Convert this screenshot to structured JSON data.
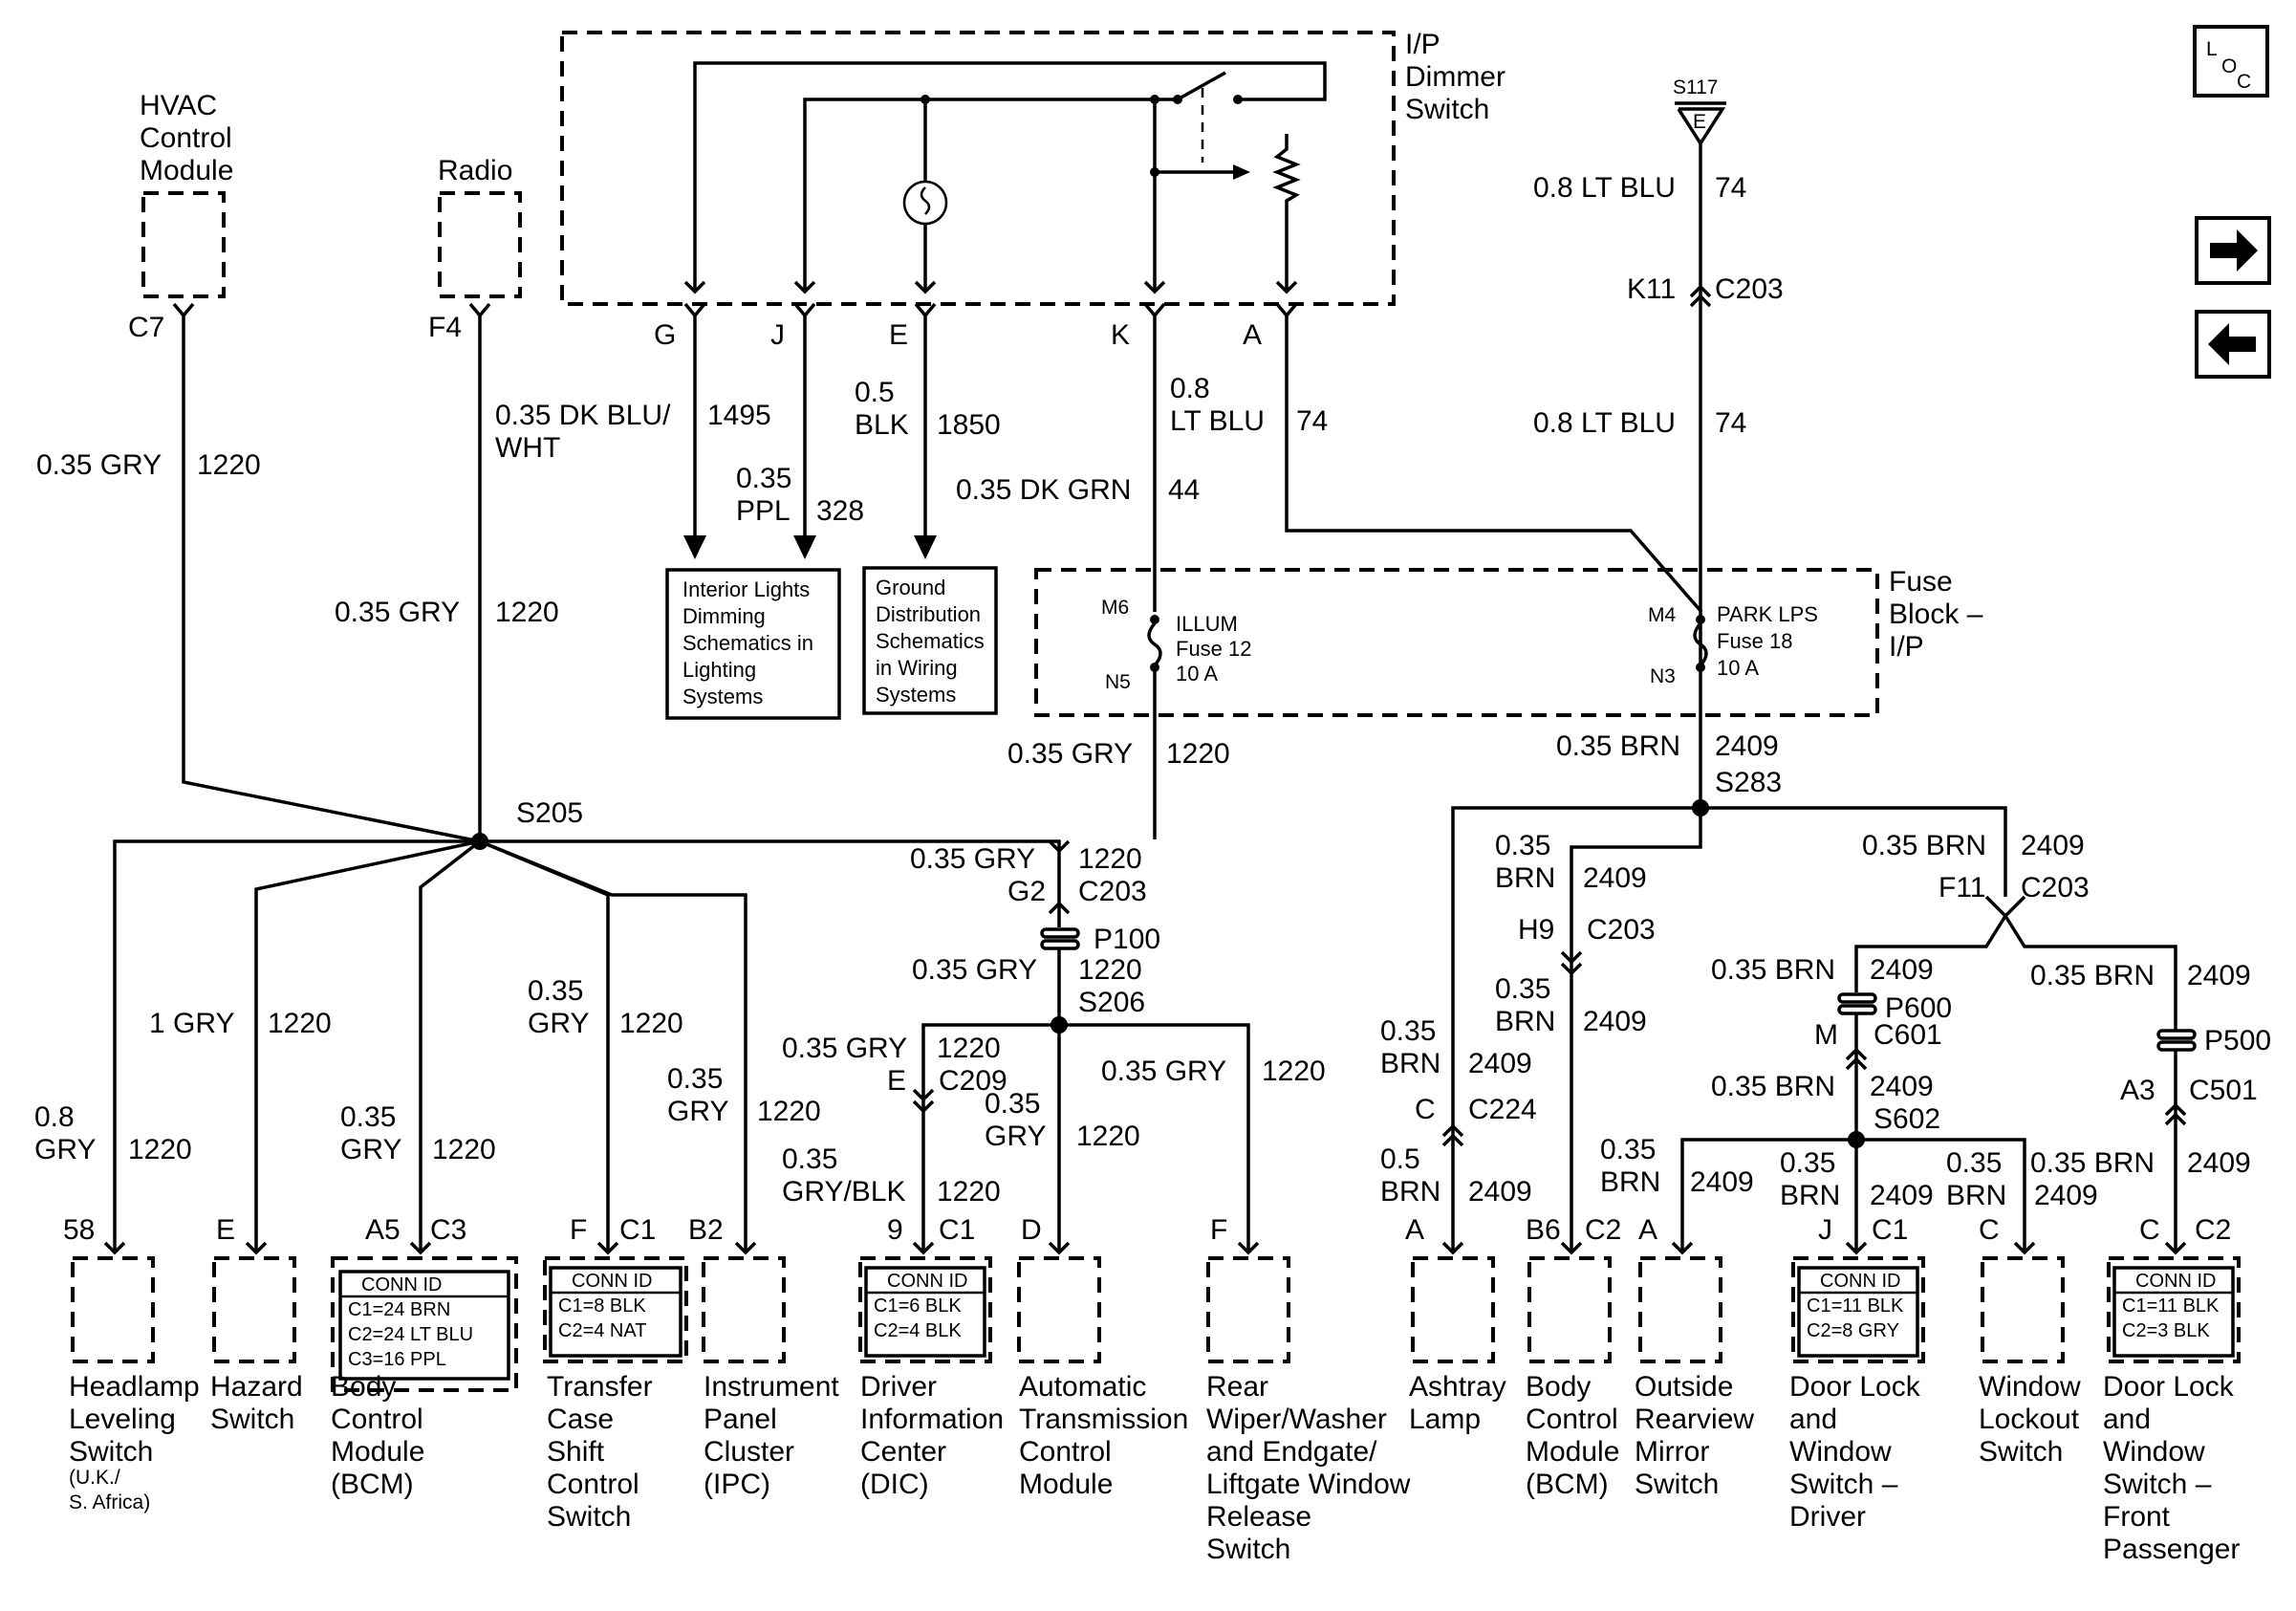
{
  "dimmer": {
    "title": [
      "I/P",
      "Dimmer",
      "Switch"
    ],
    "pins": [
      "G",
      "J",
      "E",
      "K",
      "A"
    ]
  },
  "hvac": {
    "name": [
      "HVAC",
      "Control",
      "Module"
    ],
    "pin": "C7"
  },
  "radio": {
    "name": "Radio",
    "pin": "F4"
  },
  "splice_s117": {
    "label": "S117",
    "letter": "E"
  },
  "wires": {
    "hvac": [
      "0.35 GRY",
      "1220"
    ],
    "radio": [
      "0.35 DK BLU/",
      "WHT",
      "1495"
    ],
    "radio_lower": [
      "0.35 GRY",
      "1220"
    ],
    "g": [
      "0.35",
      "PPL",
      "328"
    ],
    "e": [
      "0.5",
      "BLK",
      "1850"
    ],
    "k": [
      "0.8",
      "LT BLU",
      "74"
    ],
    "k_lower": [
      "0.35 DK GRN",
      "44"
    ],
    "s117": [
      "0.8 LT BLU",
      "74"
    ],
    "c203_k11": [
      "K11",
      "C203"
    ],
    "s117_lower": [
      "0.8 LT BLU",
      "74"
    ],
    "fuse_out_l": [
      "0.35 GRY",
      "1220"
    ],
    "fuse_out_r": [
      "0.35 BRN",
      "2409"
    ]
  },
  "notes": {
    "interior": [
      "Interior Lights",
      "Dimming",
      "Schematics in",
      "Lighting",
      "Systems"
    ],
    "ground": [
      "Ground",
      "Distribution",
      "Schematics",
      "in Wiring",
      "Systems"
    ]
  },
  "fuse_block": {
    "title": [
      "Fuse",
      "Block –",
      "I/P"
    ],
    "illum": {
      "pins": [
        "M6",
        "N5"
      ],
      "lines": [
        "ILLUM",
        "Fuse 12",
        "10 A"
      ]
    },
    "park": {
      "pins": [
        "M4",
        "N3"
      ],
      "lines": [
        "PARK LPS",
        "Fuse 18",
        "10 A"
      ]
    }
  },
  "splices": {
    "s205": "S205",
    "s206": "S206",
    "s283": "S283",
    "s602": "S602"
  },
  "left_branches": {
    "headlamp": [
      "0.8",
      "GRY",
      "1220"
    ],
    "hazard": [
      "1 GRY",
      "1220"
    ],
    "bcm": [
      "0.35",
      "GRY",
      "1220"
    ],
    "tcase": [
      "0.35",
      "GRY",
      "1220"
    ],
    "ipc": [
      "0.35",
      "GRY",
      "1220"
    ],
    "to_c203": [
      "0.35 GRY",
      "1220",
      "G2",
      "C203"
    ],
    "p100": "P100",
    "p100_wire": [
      "0.35 GRY",
      "1220"
    ],
    "dic_c209": [
      "0.35 GRY",
      "1220",
      "E",
      "C209"
    ],
    "dic": [
      "0.35",
      "GRY/BLK",
      "1220"
    ],
    "atcm": [
      "0.35",
      "GRY",
      "1220"
    ],
    "rear": [
      "0.35 GRY",
      "1220"
    ]
  },
  "right_branches": {
    "ashtray_upper": [
      "0.35",
      "BRN",
      "2409"
    ],
    "ashtray_conn": [
      "C",
      "C224"
    ],
    "ashtray_lower": [
      "0.5",
      "BRN",
      "2409"
    ],
    "bcm_upper": [
      "0.35",
      "BRN",
      "2409"
    ],
    "bcm_conn": [
      "H9",
      "C203"
    ],
    "bcm_lower": [
      "0.35",
      "BRN",
      "2409"
    ],
    "f11_wire": [
      "0.35 BRN",
      "2409"
    ],
    "f11_conn": [
      "F11",
      "C203"
    ],
    "p600_wire": [
      "0.35 BRN",
      "2409"
    ],
    "p600": "P600",
    "c601": [
      "M",
      "C601"
    ],
    "s602_wire": [
      "0.35 BRN",
      "2409"
    ],
    "mirror": [
      "0.35",
      "BRN",
      "2409"
    ],
    "driver": [
      "0.35",
      "BRN",
      "2409"
    ],
    "lockout": [
      "0.35",
      "BRN",
      "2409"
    ],
    "pass_upper": [
      "0.35 BRN",
      "2409"
    ],
    "p500": "P500",
    "c501": [
      "A3",
      "C501"
    ],
    "pass_lower": [
      "0.35 BRN",
      "2409"
    ]
  },
  "components": [
    {
      "pins": [
        "58"
      ],
      "name": [
        "Headlamp",
        "Leveling",
        "Switch"
      ],
      "sub": [
        "(U.K./",
        "S. Africa)"
      ]
    },
    {
      "pins": [
        "E"
      ],
      "name": [
        "Hazard",
        "Switch"
      ]
    },
    {
      "pins": [
        "A5",
        "C3"
      ],
      "name": [
        "Body",
        "Control",
        "Module",
        "(BCM)"
      ],
      "conn": [
        "CONN ID",
        "C1=24 BRN",
        "C2=24 LT BLU",
        "C3=16 PPL"
      ]
    },
    {
      "pins": [
        "F",
        "C1"
      ],
      "name": [
        "Transfer",
        "Case",
        "Shift",
        "Control",
        "Switch"
      ],
      "conn": [
        "CONN ID",
        "C1=8 BLK",
        "C2=4 NAT"
      ]
    },
    {
      "pins": [
        "B2"
      ],
      "name": [
        "Instrument",
        "Panel",
        "Cluster",
        "(IPC)"
      ]
    },
    {
      "pins": [
        "9",
        "C1"
      ],
      "name": [
        "Driver",
        "Information",
        "Center",
        "(DIC)"
      ],
      "conn": [
        "CONN ID",
        "C1=6 BLK",
        "C2=4 BLK"
      ]
    },
    {
      "pins": [
        "D"
      ],
      "name": [
        "Automatic",
        "Transmission",
        "Control",
        "Module"
      ]
    },
    {
      "pins": [
        "F"
      ],
      "name": [
        "Rear",
        "Wiper/Washer",
        "and Endgate/",
        "Liftgate Window",
        "Release",
        "Switch"
      ]
    },
    {
      "pins": [
        "A"
      ],
      "name": [
        "Ashtray",
        "Lamp"
      ]
    },
    {
      "pins": [
        "B6",
        "C2"
      ],
      "name": [
        "Body",
        "Control",
        "Module",
        "(BCM)"
      ]
    },
    {
      "pins": [
        "A"
      ],
      "name": [
        "Outside",
        "Rearview",
        "Mirror",
        "Switch"
      ]
    },
    {
      "pins": [
        "J",
        "C1"
      ],
      "name": [
        "Door Lock",
        "and",
        "Window",
        "Switch –",
        "Driver"
      ],
      "conn": [
        "CONN ID",
        "C1=11 BLK",
        "C2=8 GRY"
      ]
    },
    {
      "pins": [
        "C"
      ],
      "name": [
        "Window",
        "Lockout",
        "Switch"
      ]
    },
    {
      "pins": [
        "C",
        "C2"
      ],
      "name": [
        "Door Lock",
        "and",
        "Window",
        "Switch –",
        "Front",
        "Passenger"
      ],
      "conn": [
        "CONN ID",
        "C1=11 BLK",
        "C2=3 BLK"
      ]
    }
  ],
  "nav": {
    "loc_icon": "loc-icon",
    "forward_icon": "arrow-right-icon",
    "back_icon": "arrow-left-icon",
    "loc_text": [
      "L",
      "O",
      "C"
    ]
  }
}
